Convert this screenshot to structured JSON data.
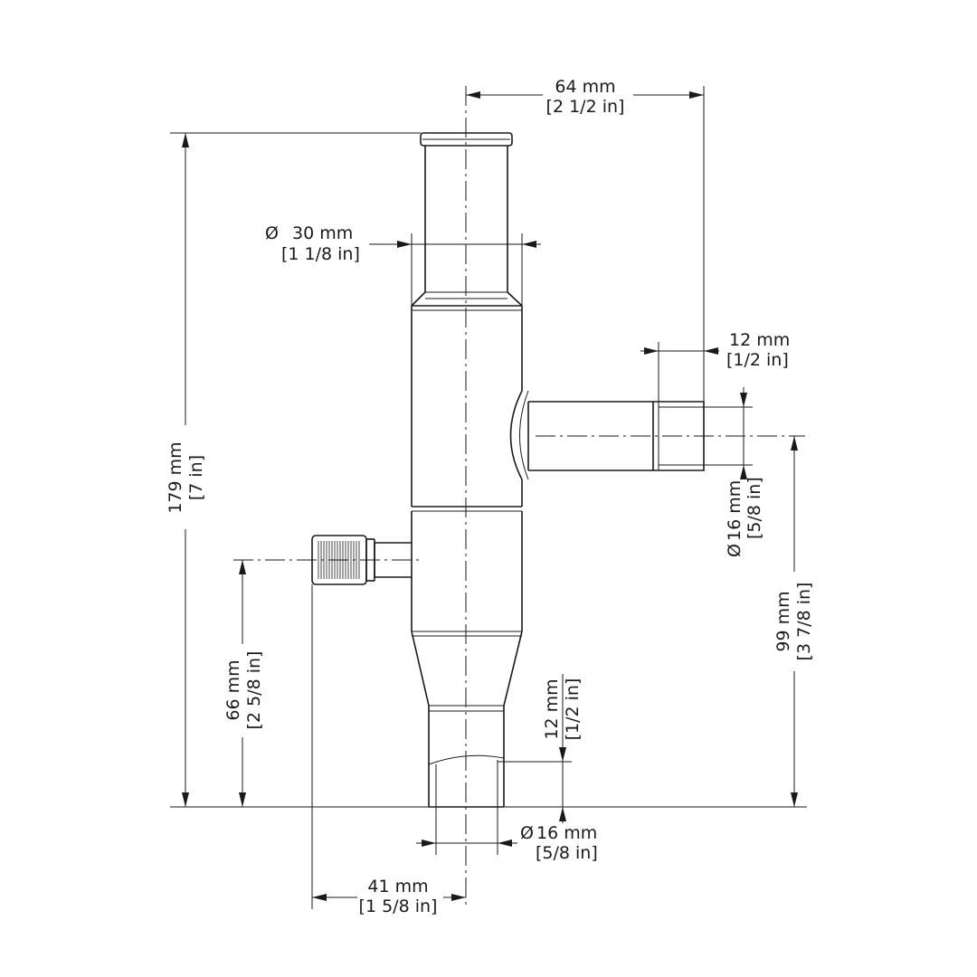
{
  "dimensions": {
    "top_width": {
      "metric": "64 mm",
      "imperial": "[2 1/2 in]"
    },
    "inlet_diameter": {
      "prefix": "Ø",
      "metric": "30 mm",
      "imperial": "[1 1/8 in]"
    },
    "side_depth": {
      "metric": "12 mm",
      "imperial": "[1/2 in]"
    },
    "side_diameter": {
      "prefix": "Ø",
      "metric": "16 mm",
      "imperial": "[5/8 in]"
    },
    "total_height": {
      "metric": "179 mm",
      "imperial": "[7 in]"
    },
    "side_height": {
      "metric": "99 mm",
      "imperial": "[3 7/8 in]"
    },
    "valve_height": {
      "metric": "66 mm",
      "imperial": "[2 5/8 in]"
    },
    "bottom_depth": {
      "metric": "12 mm",
      "imperial": "[1/2 in]"
    },
    "bottom_diameter": {
      "prefix": "Ø",
      "metric": "16 mm",
      "imperial": "[5/8 in]"
    },
    "valve_offset": {
      "metric": "41 mm",
      "imperial": "[1 5/8 in]"
    }
  }
}
